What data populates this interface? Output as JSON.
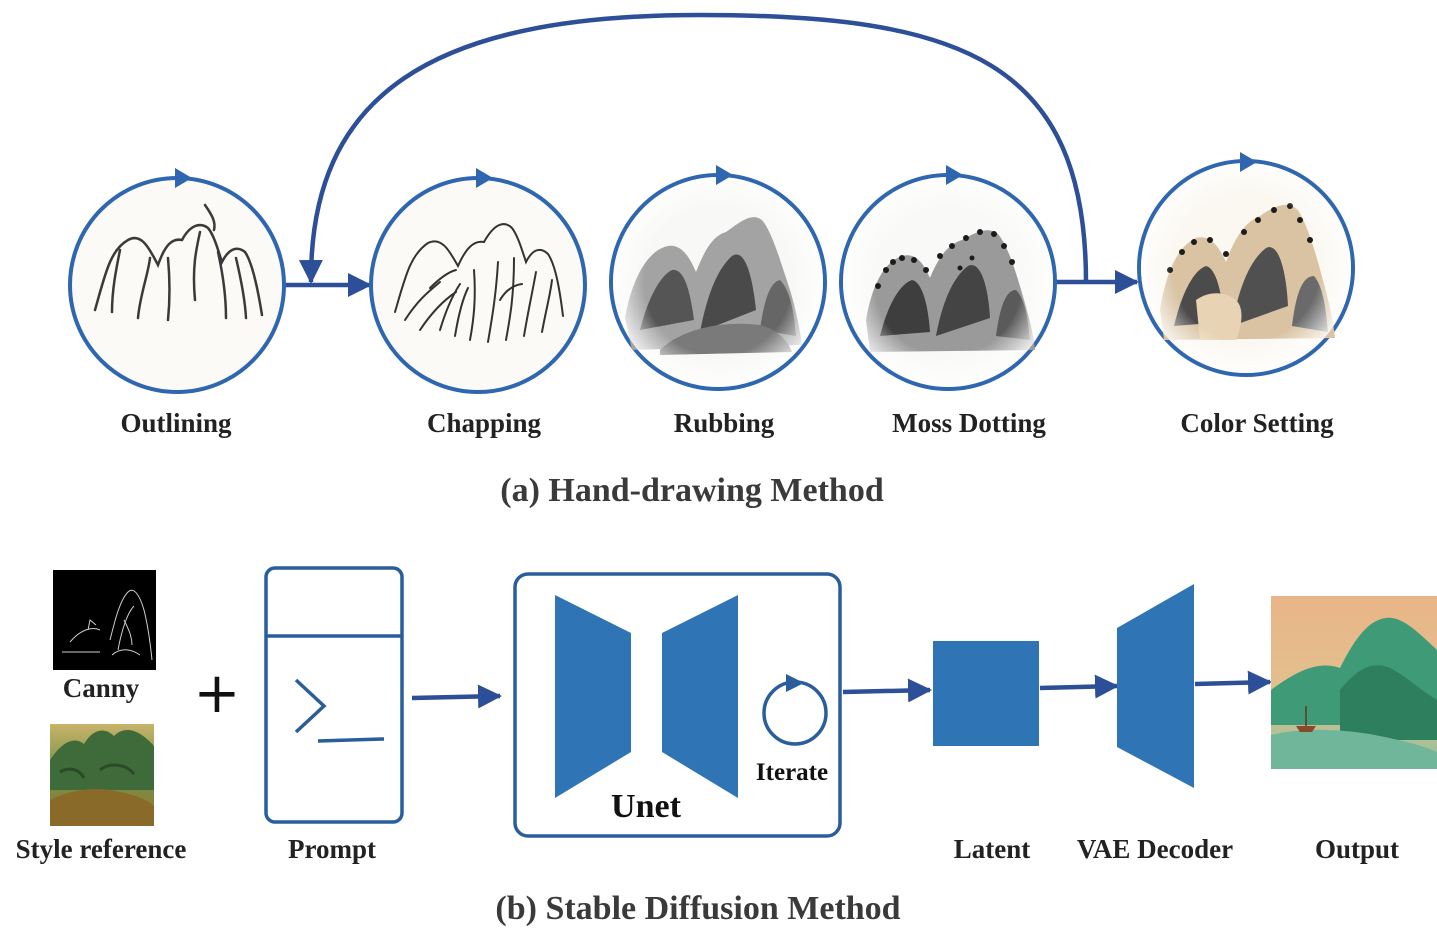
{
  "hand_drawing": {
    "steps": [
      "Outlining",
      "Chapping",
      "Rubbing",
      "Moss Dotting",
      "Color Setting"
    ],
    "caption": "(a)  Hand-drawing Method"
  },
  "stable_diffusion": {
    "canny_label": "Canny",
    "style_label": "Style reference",
    "plus_symbol": "+",
    "prompt_label": "Prompt",
    "unet_label": "Unet",
    "iterate_label": "Iterate",
    "latent_label": "Latent",
    "vae_label": "VAE Decoder",
    "output_label": "Output",
    "caption": "(b)  Stable Diffusion Method"
  },
  "colors": {
    "circle_stroke": "#2e66b0",
    "arrow": "#2c4f97",
    "block_fill": "#2f74b5",
    "frame_stroke": "#2a5d9c"
  }
}
